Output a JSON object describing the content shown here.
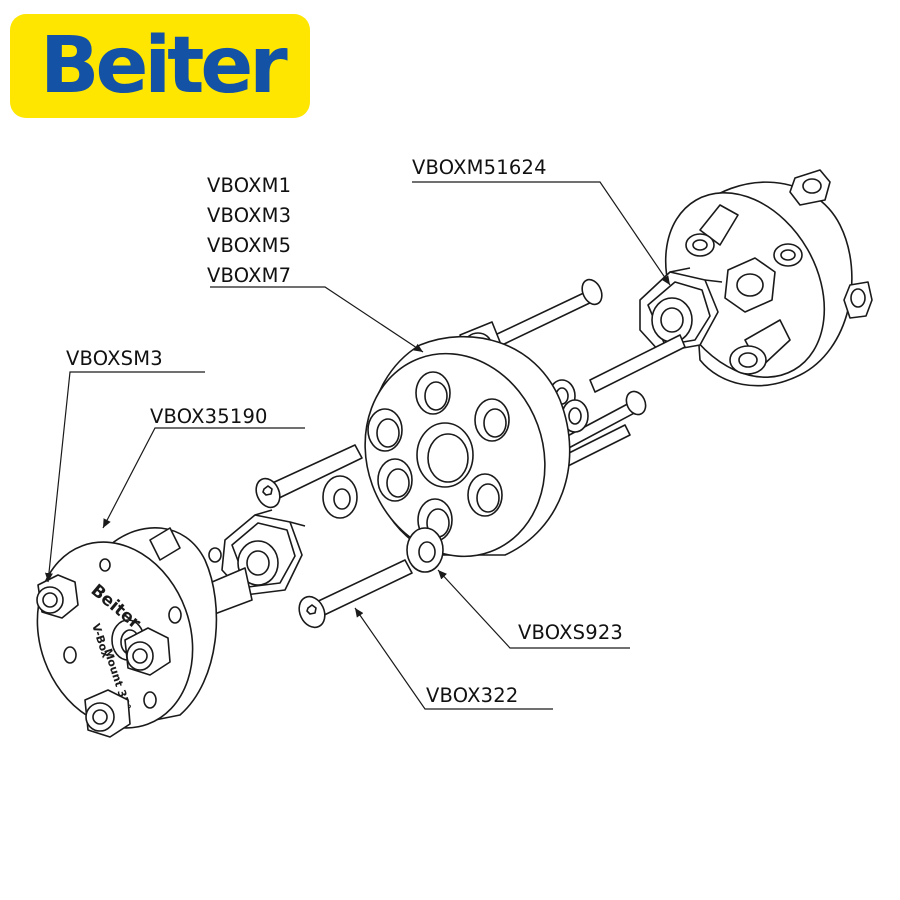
{
  "logo": {
    "text": "Beiter",
    "background": "#FFE600",
    "color": "#1452A6"
  },
  "parts": {
    "sm3": "VBOXSM3",
    "p35190": "VBOX35190",
    "m1": "VBOXM1",
    "m3": "VBOXM3",
    "m5": "VBOXM5",
    "m7": "VBOXM7",
    "m51624": "VBOXM51624",
    "s923": "VBOXS923",
    "p322": "VBOX322"
  },
  "engraving": {
    "brand": "Beiter",
    "line1": "V-Box",
    "line2": "Mount 35°"
  },
  "colors": {
    "line": "#1a1a1a",
    "fill": "#ffffff"
  }
}
